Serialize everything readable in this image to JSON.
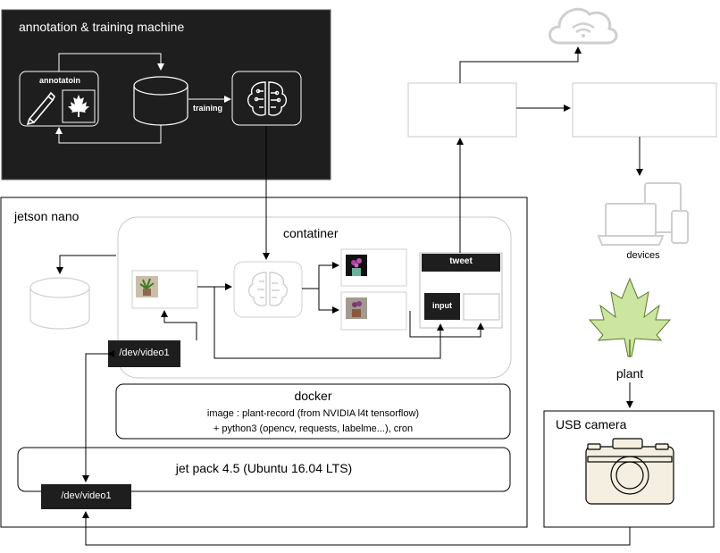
{
  "training_machine": {
    "title": "annotation & training machine",
    "annotation_label": "annotatoin",
    "arrow_label": "training"
  },
  "jetson": {
    "title": "jetson nano",
    "container_title": "contatiner",
    "tweet_label": "tweet",
    "input_label": "input",
    "video_device_container": "/dev/video1",
    "video_device_host": "/dev/video1"
  },
  "docker": {
    "title": "docker",
    "line1": "image : plant-record (from NVIDIA l4t tensorflow)",
    "line2": "+ python3 (opencv, requests, labelme...), cron"
  },
  "jetpack": {
    "label": "jet pack 4.5 (Ubuntu 16.04 LTS)"
  },
  "right_side": {
    "devices_label": "devices",
    "plant_label": "plant",
    "camera_title": "USB camera"
  },
  "colors": {
    "dark_panel": "#1e1e1e",
    "leaf_fill": "#cce5a0",
    "leaf_stroke": "#5a7a2a",
    "icon_grey": "#c8c8c8",
    "camera_fill": "#f5efe1"
  }
}
